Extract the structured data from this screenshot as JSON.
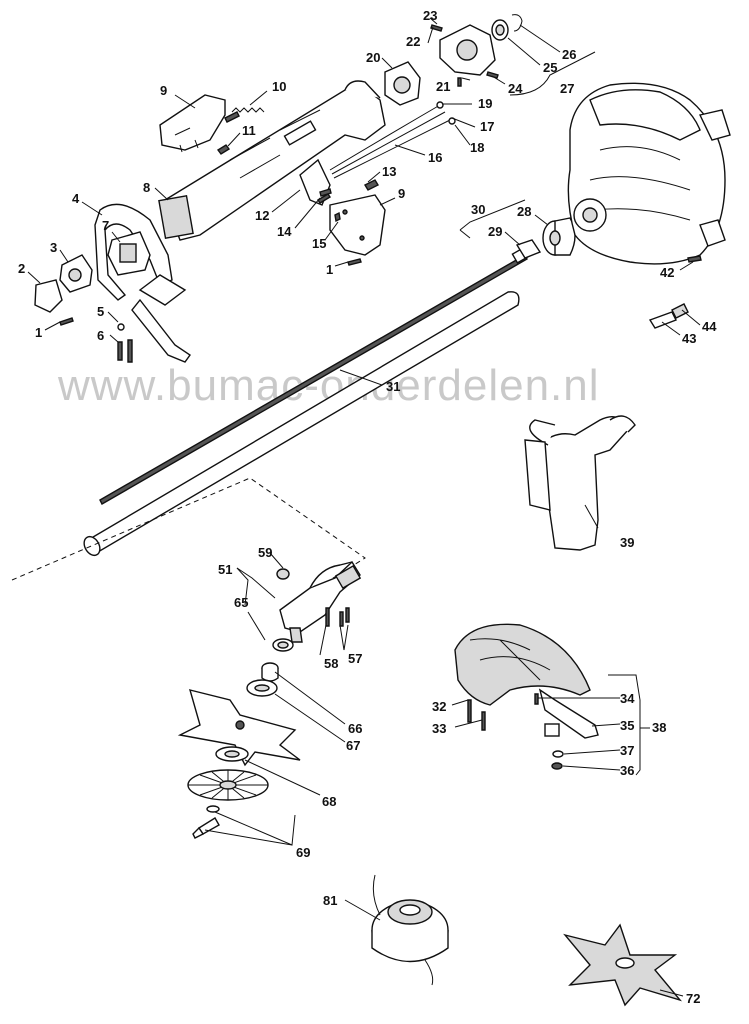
{
  "watermark": "www.bumac-onderdelen.nl",
  "labels": {
    "p1a": "1",
    "p1b": "1",
    "p2": "2",
    "p3": "3",
    "p4": "4",
    "p5": "5",
    "p6": "6",
    "p7": "7",
    "p8": "8",
    "p9a": "9",
    "p9b": "9",
    "p10": "10",
    "p11": "11",
    "p12": "12",
    "p13": "13",
    "p14": "14",
    "p15": "15",
    "p16": "16",
    "p17": "17",
    "p18": "18",
    "p19": "19",
    "p20": "20",
    "p21": "21",
    "p22": "22",
    "p23": "23",
    "p24": "24",
    "p25": "25",
    "p26": "26",
    "p27": "27",
    "p28": "28",
    "p29": "29",
    "p30": "30",
    "p31": "31",
    "p32": "32",
    "p33": "33",
    "p34": "34",
    "p35": "35",
    "p36": "36",
    "p37": "37",
    "p38": "38",
    "p39": "39",
    "p42": "42",
    "p43": "43",
    "p44": "44",
    "p51": "51",
    "p57": "57",
    "p58": "58",
    "p59": "59",
    "p65": "65",
    "p66": "66",
    "p67": "67",
    "p68": "68",
    "p69": "69",
    "p72": "72",
    "p81": "81"
  }
}
